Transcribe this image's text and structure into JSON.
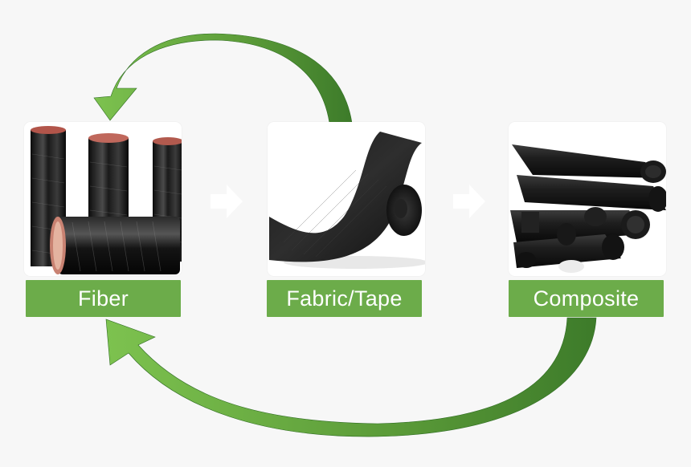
{
  "colors": {
    "background": "#f7f7f7",
    "label_fill": "#6cac4a",
    "label_text": "#ffffff",
    "arrow_light": "#7dc24f",
    "arrow_dark": "#3d7b2a",
    "step_arrow": "#ffffff"
  },
  "stages": [
    {
      "id": "fiber",
      "label": "Fiber",
      "image": "carbon-fiber-spools"
    },
    {
      "id": "fabric",
      "label": "Fabric/Tape",
      "image": "carbon-fabric-roll"
    },
    {
      "id": "composite",
      "label": "Composite",
      "image": "carbon-composite-tubes"
    }
  ],
  "arrows": [
    {
      "from": "fabric",
      "to": "fiber",
      "kind": "cycle"
    },
    {
      "from": "composite",
      "to": "fiber",
      "kind": "cycle"
    },
    {
      "from": "fiber",
      "to": "fabric",
      "kind": "step"
    },
    {
      "from": "fabric",
      "to": "composite",
      "kind": "step"
    }
  ]
}
